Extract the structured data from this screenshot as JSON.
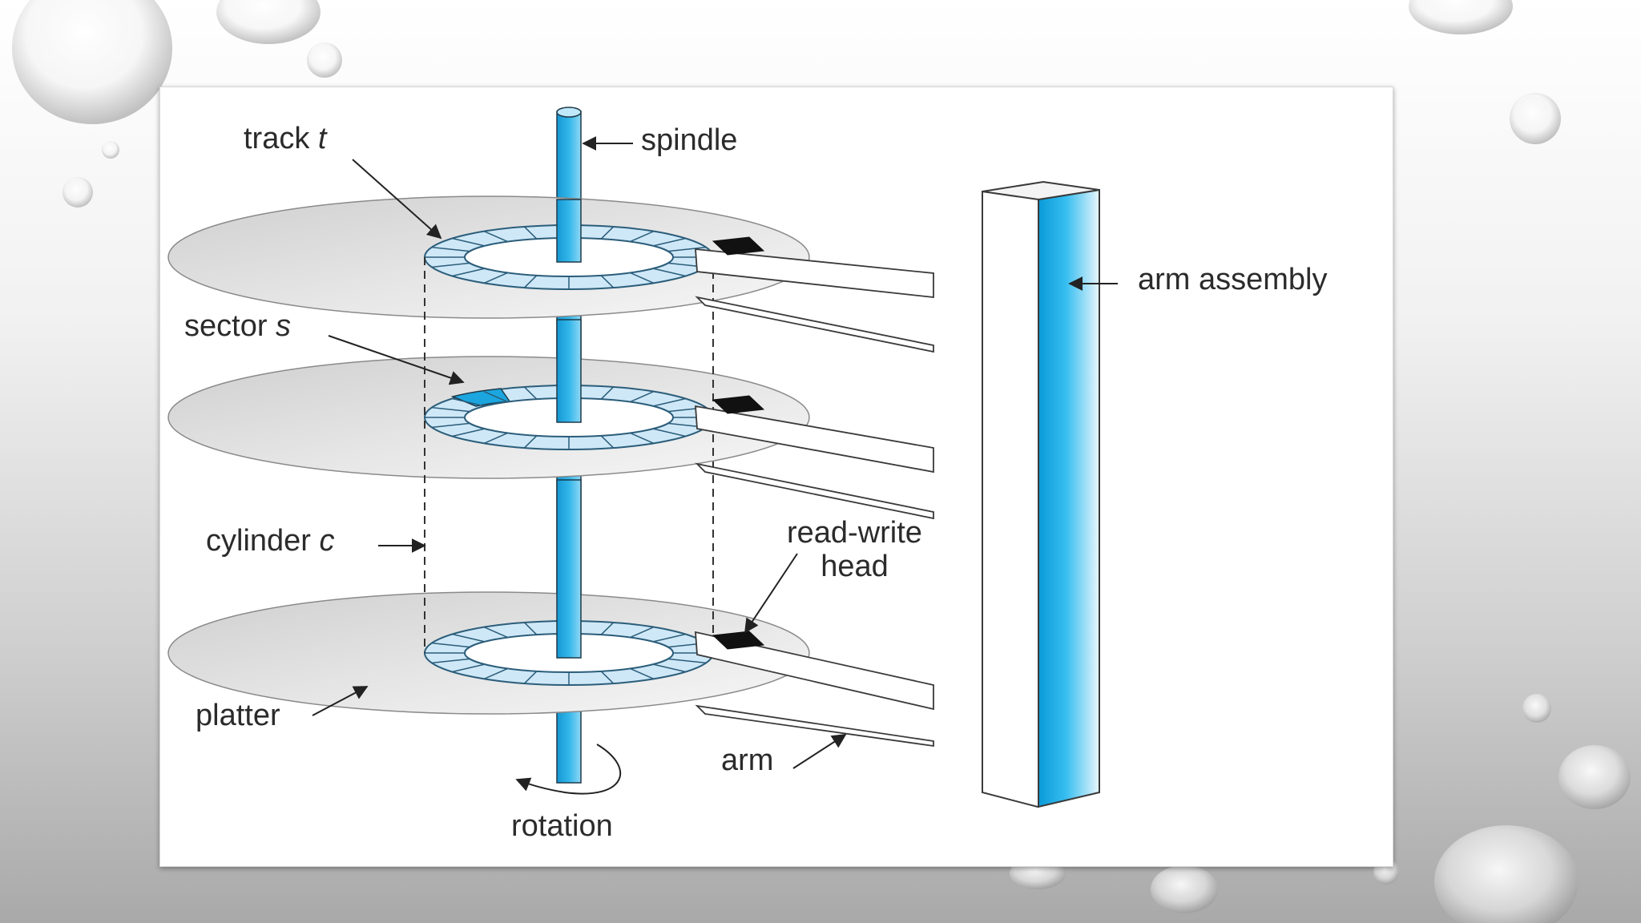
{
  "diagram": {
    "labels": {
      "track": {
        "text": "track ",
        "var": "t"
      },
      "spindle": "spindle",
      "arm_assembly": "arm assembly",
      "sector": {
        "text": "sector ",
        "var": "s"
      },
      "cylinder": {
        "text": "cylinder ",
        "var": "c"
      },
      "read_write_head_line1": "read-write",
      "read_write_head_line2": "head",
      "platter": "platter",
      "arm": "arm",
      "rotation": "rotation"
    },
    "colors": {
      "accent_blue": "#1ba6e0",
      "track_ring": "#cfe8f7",
      "platter_gray": "#d9d9d9",
      "head_black": "#111111"
    }
  }
}
